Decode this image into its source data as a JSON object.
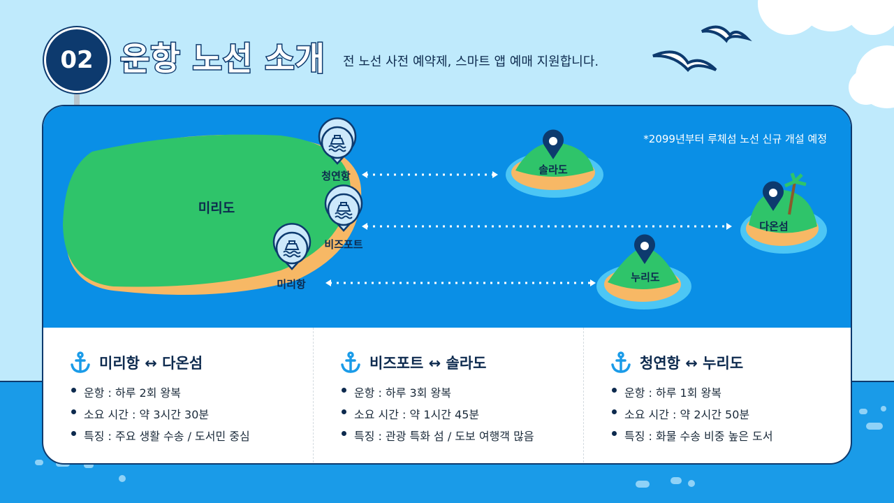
{
  "header": {
    "number": "02",
    "title": "운항 노선 소개",
    "subtitle": "전 노선 사전 예약제, 스마트 앱 예매 지원합니다."
  },
  "map": {
    "note": "*2099년부터 루체섬 노선 신규 개설 예정",
    "main_island": "미리도",
    "ports": [
      "청연항",
      "비즈포트",
      "미리항"
    ],
    "islands": [
      "솔라도",
      "다온섬",
      "누리도"
    ],
    "colors": {
      "sea": "#0a8fe6",
      "land": "#2fc46a",
      "sand": "#f7b865",
      "pin": "#0d3a6e"
    }
  },
  "routes": [
    {
      "title": "미리항 ↔ 다온섬",
      "items": [
        "운항 : 하루 2회 왕복",
        "소요 시간 : 약 3시간 30분",
        "특징 : 주요 생활 수송 / 도서민 중심"
      ]
    },
    {
      "title": "비즈포트 ↔ 솔라도",
      "items": [
        "운항 : 하루 3회 왕복",
        "소요 시간 : 약 1시간 45분",
        "특징 : 관광 특화 섬 / 도보 여행객 많음"
      ]
    },
    {
      "title": "청연항 ↔ 누리도",
      "items": [
        "운항 : 하루 1회 왕복",
        "소요 시간 : 약 2시간 50분",
        "특징 : 화물 수송 비중 높은 도서"
      ]
    }
  ]
}
